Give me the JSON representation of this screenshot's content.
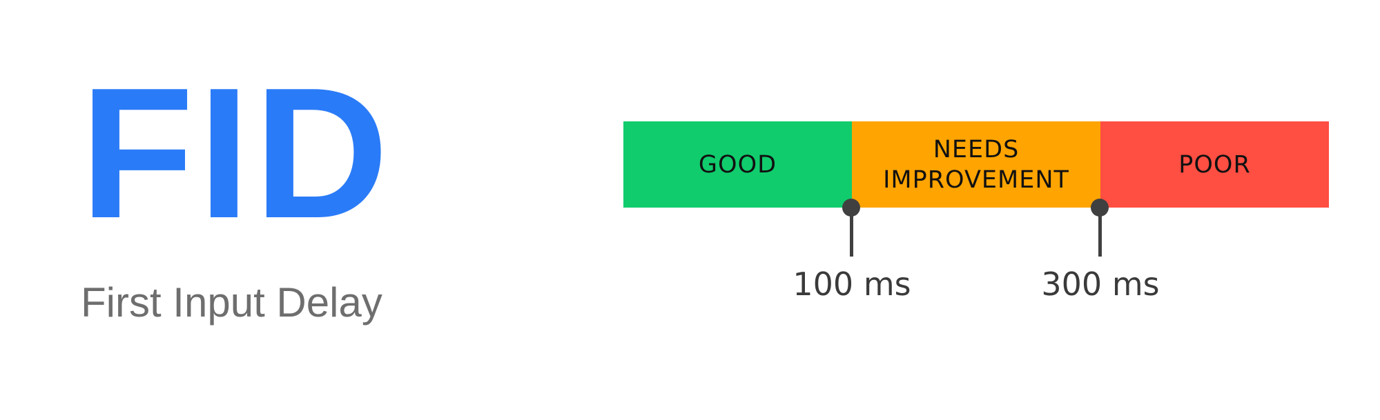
{
  "metric": {
    "abbreviation": "FID",
    "full_name": "First Input Delay",
    "color": "#2a7bf7"
  },
  "scale": {
    "segments": [
      {
        "label": "GOOD",
        "color": "#10cc6d"
      },
      {
        "label": "NEEDS\nIMPROVEMENT",
        "color": "#ffa400"
      },
      {
        "label": "POOR",
        "color": "#ff4e42"
      }
    ],
    "thresholds": [
      {
        "label": "100 ms",
        "value_ms": 100
      },
      {
        "label": "300 ms",
        "value_ms": 300
      }
    ],
    "marker_color": "#404040"
  }
}
